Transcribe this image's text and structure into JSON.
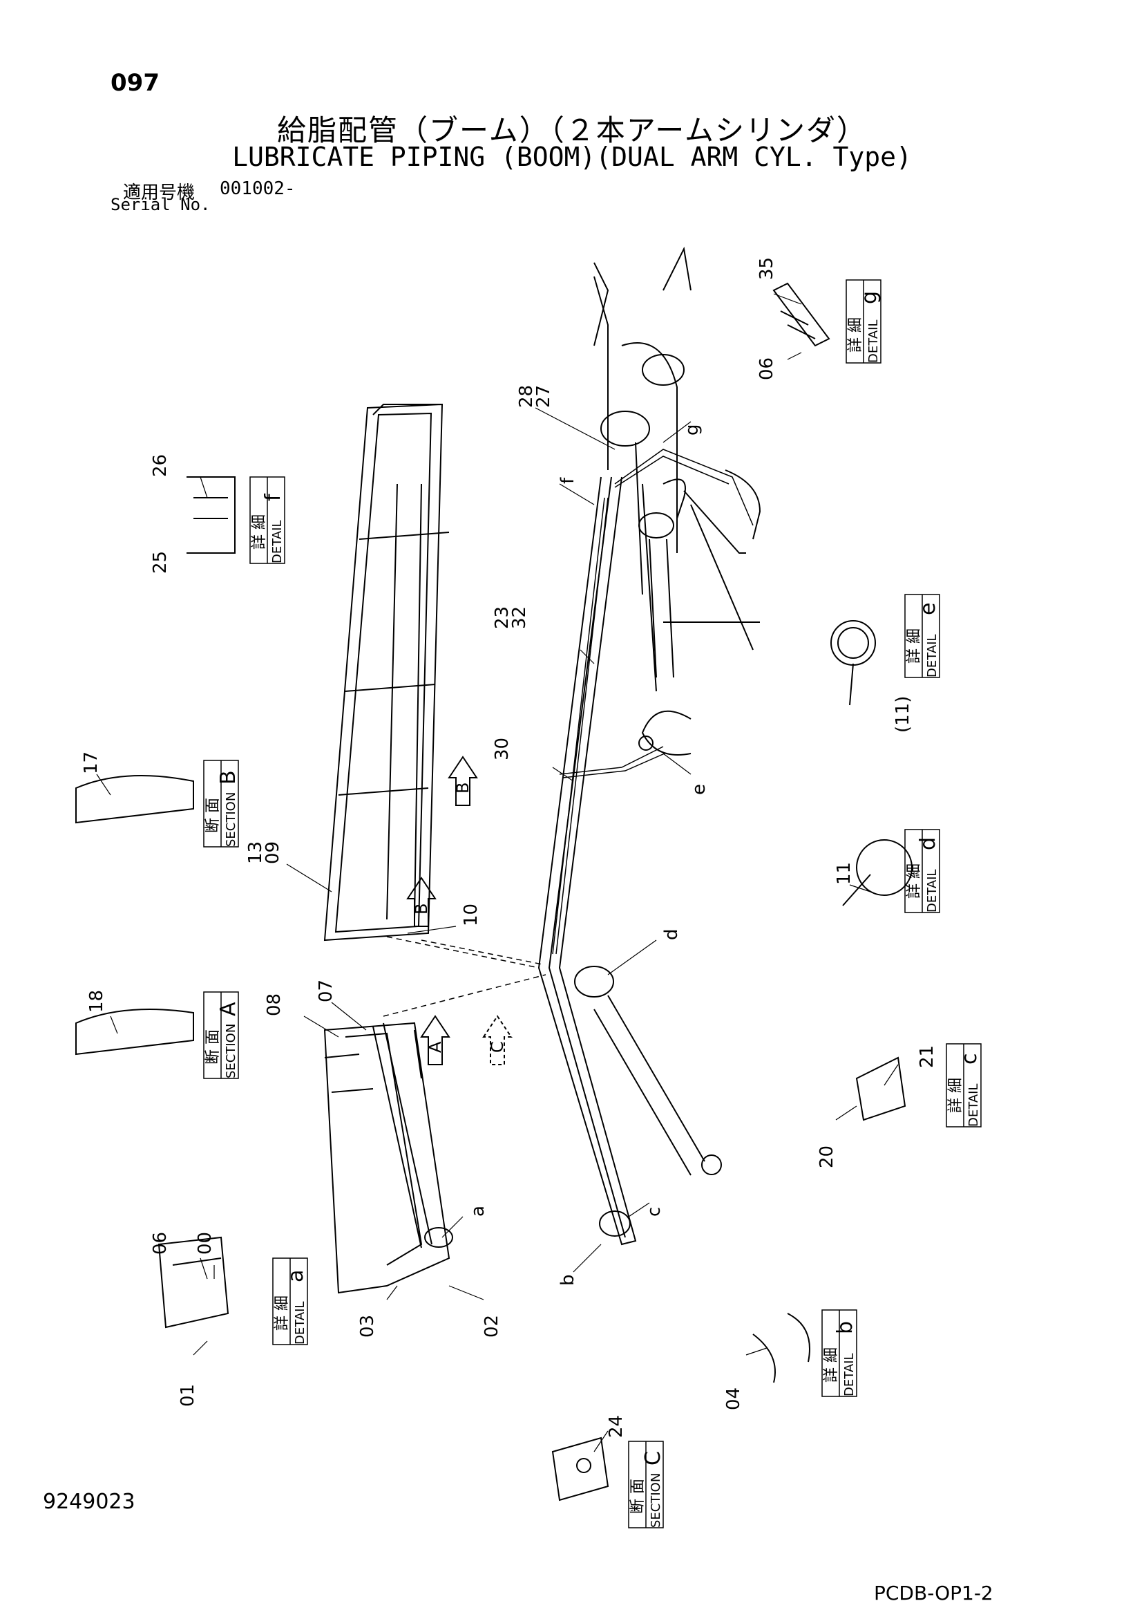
{
  "header": {
    "page_number": "097",
    "title_ja": "給脂配管（ブーム）（２本アームシリンダ）",
    "title_en": "LUBRICATE PIPING (BOOM)(DUAL ARM CYL. Type)",
    "serial_label_ja": "適用号機",
    "serial_value": "001002-",
    "serial_label_en": "Serial No."
  },
  "footer": {
    "doc_number": "9249023",
    "page_code": "PCDB-OP1-2"
  },
  "detail_boxes": {
    "ja_detail": "詳 細",
    "ja_section": "断 面",
    "en_detail": "DETAIL",
    "en_section": "SECTION",
    "g": "g",
    "f": "f",
    "e": "e",
    "d": "d",
    "c": "c",
    "b": "b",
    "a": "a",
    "B": "B",
    "A": "A",
    "C": "C"
  },
  "view_arrows": {
    "B1": "B",
    "B2": "B",
    "A": "A",
    "C": "C"
  },
  "part_numbers": {
    "p35": "35",
    "p06g": "06",
    "p28": "28",
    "p27": "27",
    "pg": "g",
    "p26": "26",
    "p25": "25",
    "pf": "f",
    "p23": "23",
    "p32": "32",
    "p11e": "(11)",
    "p17": "17",
    "p30": "30",
    "pe": "e",
    "p13": "13",
    "p09": "09",
    "p10": "10",
    "p11d": "11",
    "p18": "18",
    "pd": "d",
    "p08": "08",
    "p07": "07",
    "p21": "21",
    "p20": "20",
    "pc": "c",
    "p06a": "06",
    "p00": "00",
    "pa": "a",
    "p03": "03",
    "p02": "02",
    "p01": "01",
    "pb": "b",
    "p04": "04",
    "p24": "24"
  }
}
